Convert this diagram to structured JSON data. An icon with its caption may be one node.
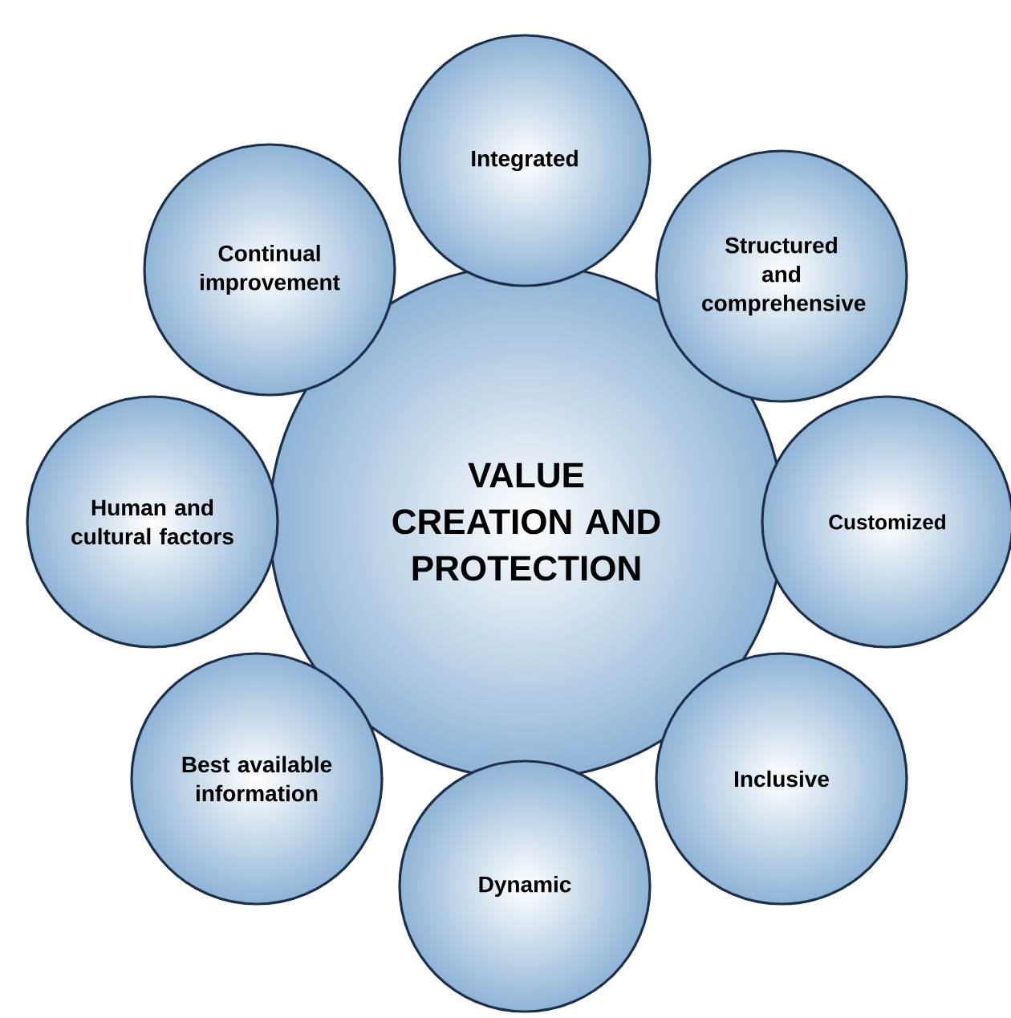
{
  "diagram": {
    "nodes": [
      {
        "text": [
          "VALUE CREATION AND PROTECTION"
        ]
      },
      {
        "text": [
          "Integrated"
        ]
      },
      {
        "text": [
          "Structured and comprehensive"
        ]
      },
      {
        "text": [
          "Customized"
        ]
      },
      {
        "text": [
          "Inclusive"
        ]
      },
      {
        "text": [
          "Dynamic"
        ]
      },
      {
        "text": [
          "Best available information"
        ]
      },
      {
        "text": [
          "Human and cultural factors"
        ]
      },
      {
        "text": [
          "Continual improvement"
        ]
      }
    ]
  }
}
